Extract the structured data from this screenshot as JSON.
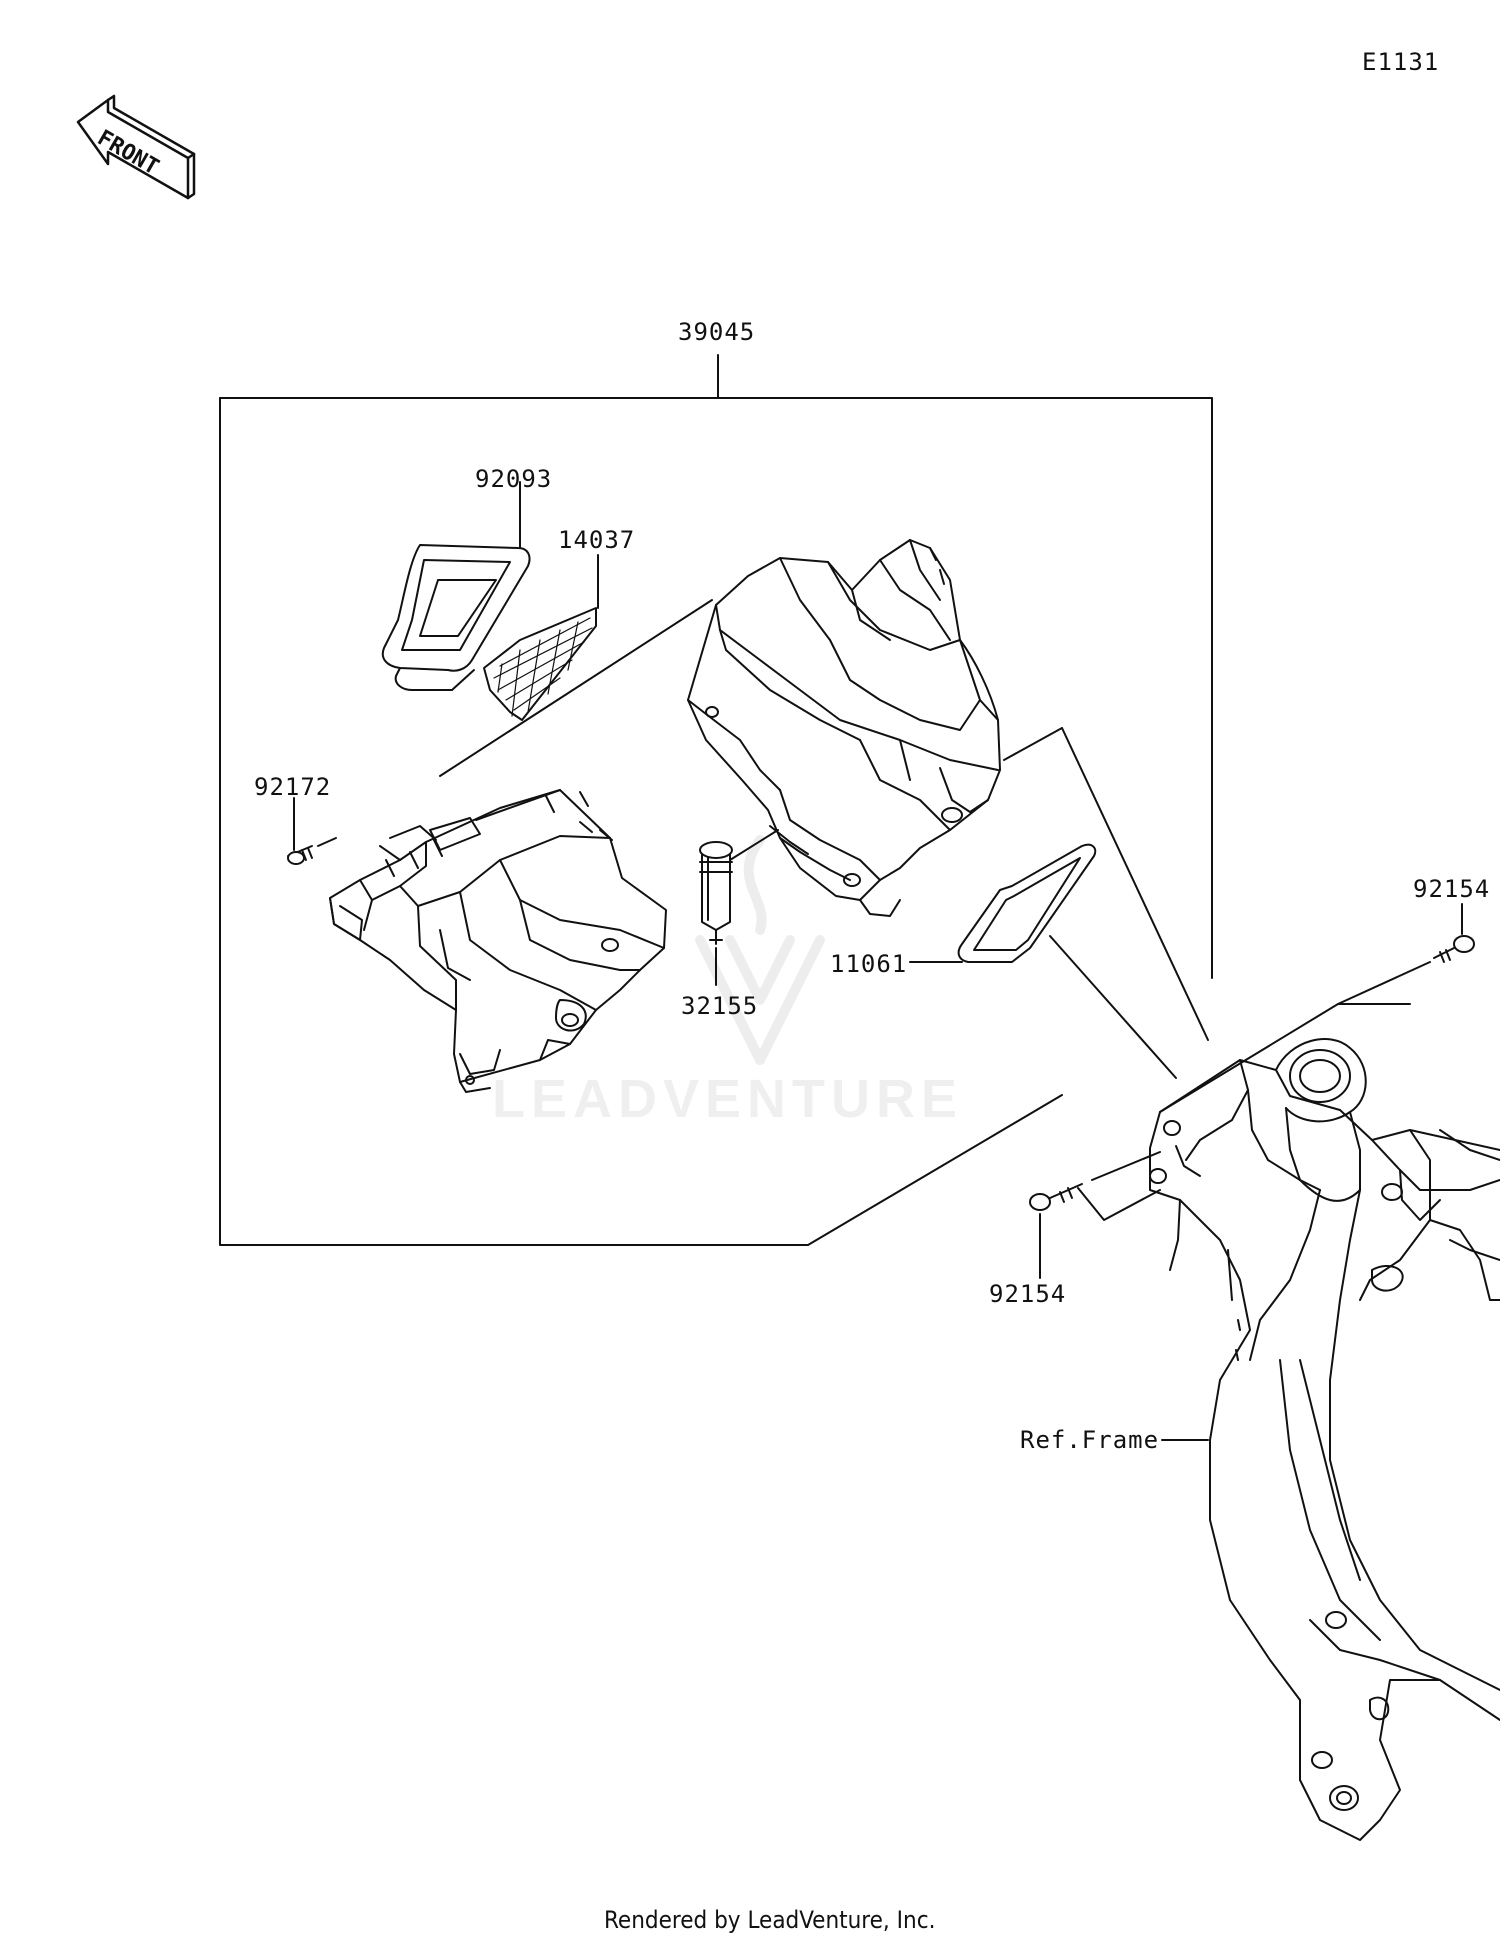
{
  "diagram_code": "E1131",
  "front_label": "FRONT",
  "watermark": "LEADVENTURE",
  "footer": "Rendered by LeadVenture, Inc.",
  "parts": {
    "assembly": "39045",
    "cover_ring": "92093",
    "screen_mesh": "14037",
    "screw_left": "92172",
    "cap": "32155",
    "gasket": "11061",
    "bolt_upper": "92154",
    "bolt_lower": "92154",
    "frame_ref": "Ref.Frame"
  }
}
